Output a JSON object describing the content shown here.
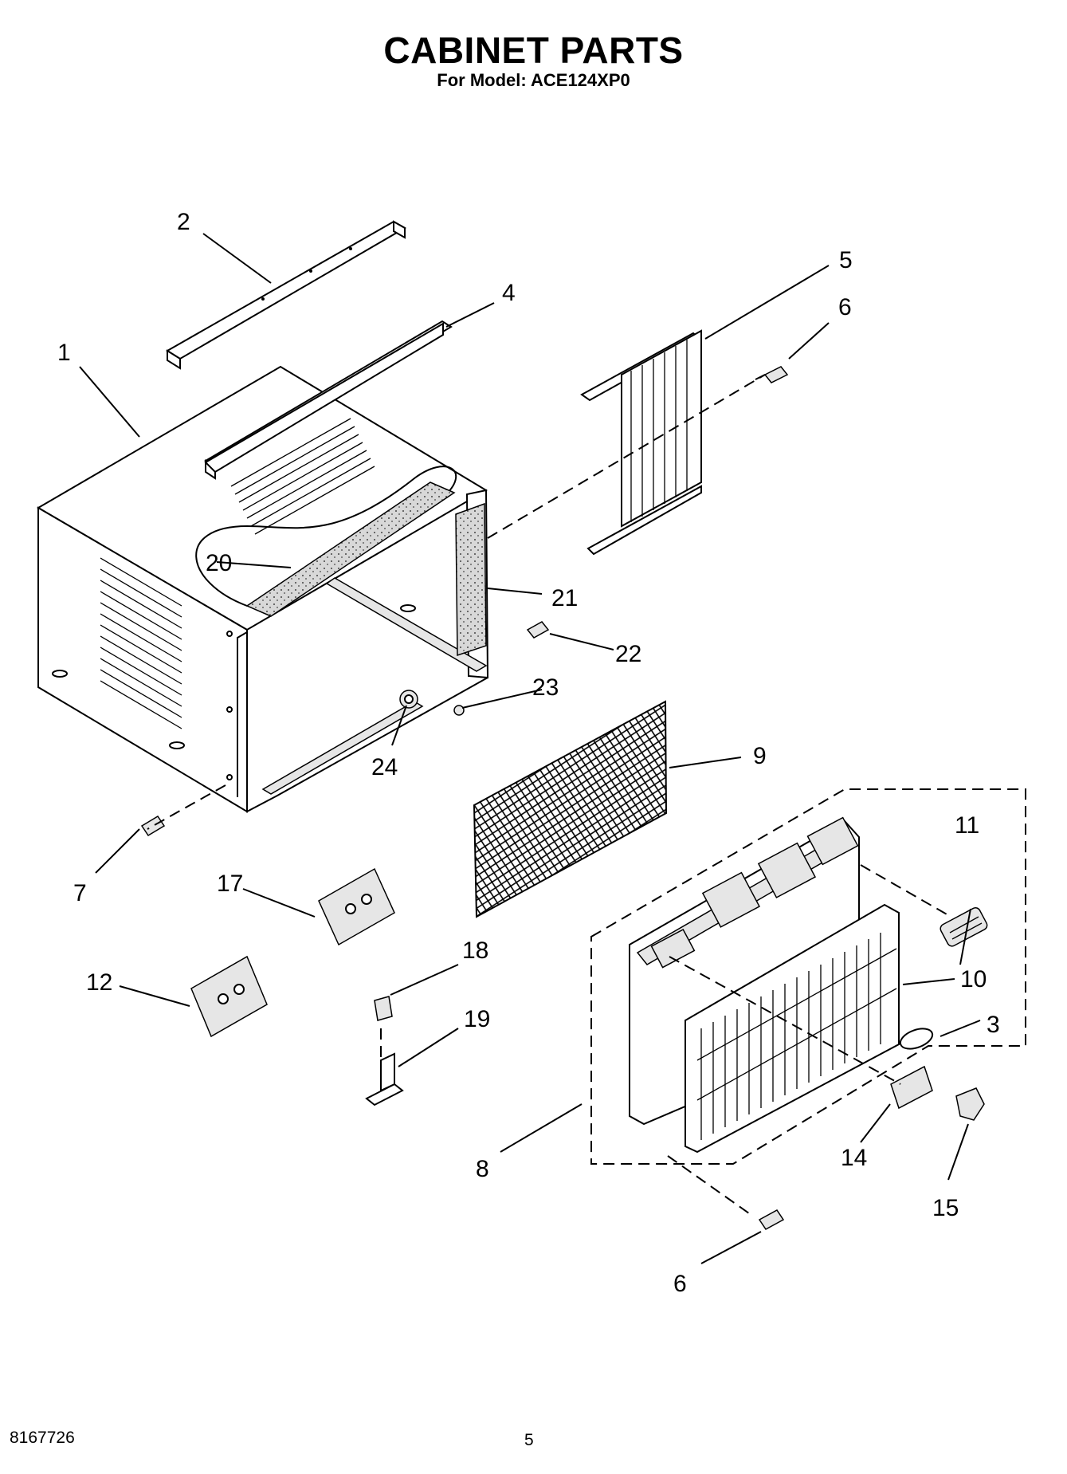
{
  "header": {
    "title": "CABINET PARTS",
    "subtitle": "For Model: ACE124XP0"
  },
  "footer": {
    "doc_number": "8167726",
    "page_number": "5"
  },
  "callouts": [
    "1",
    "2",
    "3",
    "4",
    "5",
    "6",
    "6",
    "7",
    "8",
    "9",
    "10",
    "11",
    "12",
    "14",
    "15",
    "17",
    "18",
    "19",
    "20",
    "21",
    "22",
    "23",
    "24"
  ]
}
